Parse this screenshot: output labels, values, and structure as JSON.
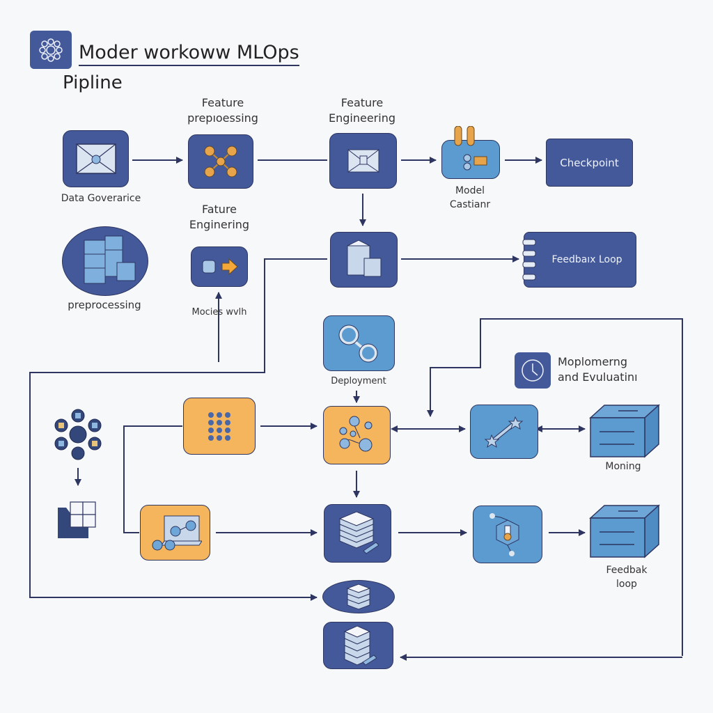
{
  "header": {
    "title": "Moder workoww MLOps",
    "subtitle": "Pipline",
    "logo_icon": "flower-gear-icon"
  },
  "colors": {
    "navy": "#44599a",
    "sky": "#5b9bd0",
    "amber": "#f4b55c",
    "line": "#2d3560",
    "background": "#f7f8fa"
  },
  "nodes": {
    "data_governance": {
      "label": "Data Goverarice",
      "icon": "envelope-icon"
    },
    "feature_preprocessing": {
      "label_line1": "Feature",
      "label_line2": "prepıoessing",
      "icon": "network-hub-icon"
    },
    "feature_engineering_top": {
      "label_line1": "Feature",
      "label_line2": "Engineering",
      "icon": "envelope-document-icon"
    },
    "model_castianr": {
      "label_line1": "Model",
      "label_line2": "Castianr",
      "icon": "model-figures-icon"
    },
    "checkpoint": {
      "label": "Checkpoint"
    },
    "preprocessing": {
      "label": "preprocessing",
      "icon": "server-blocks-icon"
    },
    "fature_engineering": {
      "label_line1": "Fature",
      "label_line2": "Enginering",
      "icon": "chip-arrow-icon"
    },
    "mocies_wvlh": {
      "label": "Mocies wvlh"
    },
    "storage": {
      "icon": "storage-cylinder-icon"
    },
    "feedback_loop_top": {
      "label": "Feedbaıx Loop",
      "icon": "notebook-rings-icon"
    },
    "deployment": {
      "label": "Deployment",
      "icon": "magnifier-link-icon"
    },
    "monitoring_eval": {
      "label_line1": "Moplomerng",
      "label_line2": "and Evuluatinı",
      "icon": "clock-icon"
    },
    "hex_cluster": {
      "icon": "hexagon-cluster-icon"
    },
    "grid_tile": {
      "icon": "grid-tile-icon"
    },
    "keypad": {
      "icon": "keypad-icon"
    },
    "laptop_nodes": {
      "icon": "laptop-nodes-icon"
    },
    "cluster_hub": {
      "icon": "cluster-hub-icon"
    },
    "star_link": {
      "icon": "star-link-icon"
    },
    "monitoring_box": {
      "label": "Moning",
      "icon": "box-icon"
    },
    "stack_server": {
      "icon": "layer-stack-icon"
    },
    "cube_network": {
      "icon": "cube-network-icon"
    },
    "feedback_box": {
      "label_line1": "Feedbak",
      "label_line2": "loop",
      "icon": "box-icon"
    },
    "stack_oval": {
      "icon": "layer-stack-icon"
    },
    "stack_bottom": {
      "icon": "layer-stack-icon"
    }
  }
}
